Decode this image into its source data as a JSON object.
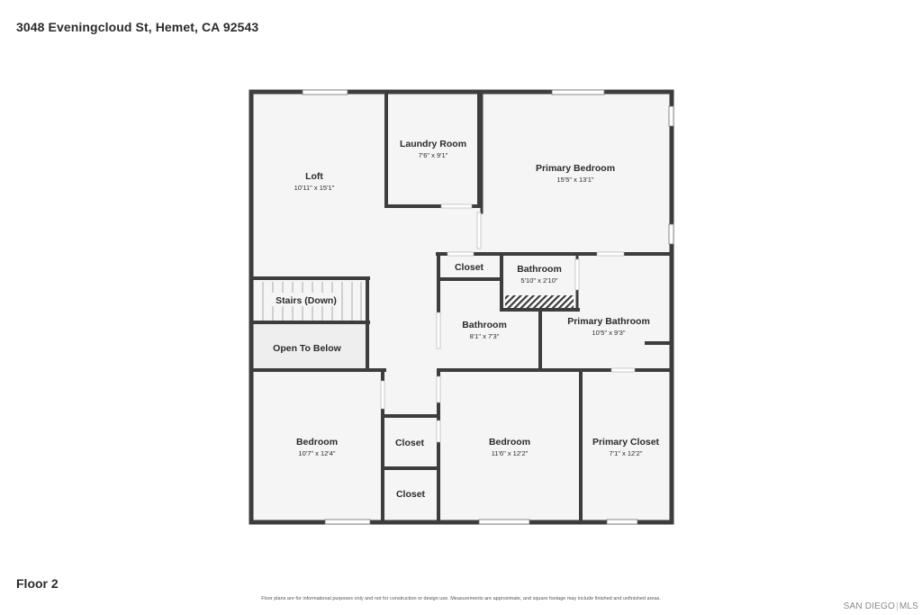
{
  "address": "3048 Eveningcloud St, Hemet, CA 92543",
  "floor_label": "Floor 2",
  "disclaimer": "Floor plans are for informational purposes only and not for construction or design use. Measurements are approximate, and square footage may include finished and unfinished areas.",
  "watermark": {
    "left": "SAN DIEGO",
    "right": "MLS"
  },
  "rooms": {
    "loft": {
      "name": "Loft",
      "dims": "10'11\" x 15'1\""
    },
    "laundry": {
      "name": "Laundry Room",
      "dims": "7'6\" x 9'1\""
    },
    "primary_bedroom": {
      "name": "Primary Bedroom",
      "dims": "15'5\" x 13'1\""
    },
    "closet_hall": {
      "name": "Closet"
    },
    "bathroom_small": {
      "name": "Bathroom",
      "dims": "5'10\" x 2'10\""
    },
    "stairs": {
      "name": "Stairs (Down)"
    },
    "bathroom": {
      "name": "Bathroom",
      "dims": "8'1\" x 7'3\""
    },
    "primary_bathroom": {
      "name": "Primary Bathroom",
      "dims": "10'5\" x 9'3\""
    },
    "open_to_below": {
      "name": "Open To Below"
    },
    "bedroom_left": {
      "name": "Bedroom",
      "dims": "10'7\" x 12'4\""
    },
    "closet_upper": {
      "name": "Closet"
    },
    "closet_lower": {
      "name": "Closet"
    },
    "bedroom_mid": {
      "name": "Bedroom",
      "dims": "11'6\" x 12'2\""
    },
    "primary_closet": {
      "name": "Primary Closet",
      "dims": "7'1\" x 12'2\""
    }
  }
}
